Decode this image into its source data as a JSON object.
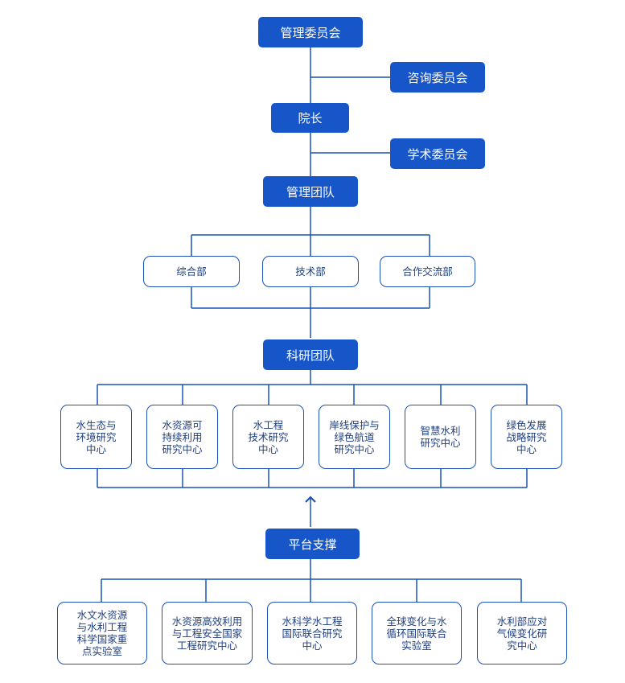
{
  "colors": {
    "primary": "#1656c9",
    "line": "#1a52b5",
    "outline_text": "#1f3f80"
  },
  "top": {
    "management_committee": "管理委员会",
    "advisory_committee": "咨询委员会",
    "president": "院长",
    "academic_committee": "学术委员会",
    "management_team": "管理团队"
  },
  "departments": [
    "综合部",
    "技术部",
    "合作交流部"
  ],
  "research_team": "科研团队",
  "research_centers": [
    "水生态与\n环境研究\n中心",
    "水资源可\n持续利用\n研究中心",
    "水工程\n技术研究\n中心",
    "岸线保护与\n绿色航道\n研究中心",
    "智慧水利\n研究中心",
    "绿色发展\n战略研究\n中心"
  ],
  "platform": "平台支撑",
  "labs": [
    "水文水资源\n与水利工程\n科学国家重\n点实验室",
    "水资源高效利用\n与工程安全国家\n工程研究中心",
    "水科学水工程\n国际联合研究\n中心",
    "全球变化与水\n循环国际联合\n实验室",
    "水利部应对\n气候变化研\n究中心"
  ]
}
